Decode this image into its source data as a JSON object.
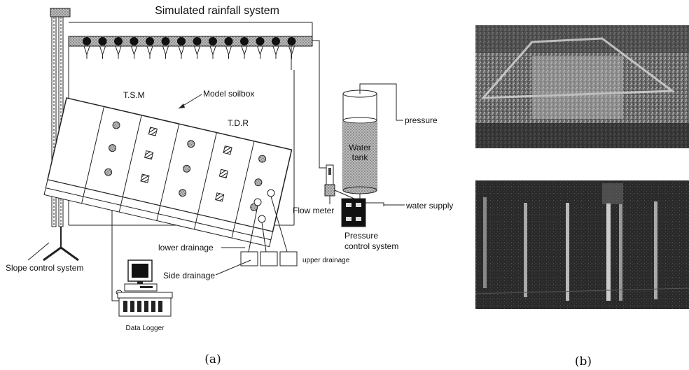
{
  "panel_a": {
    "title": "Simulated rainfall system",
    "caption": "(a)",
    "labels": {
      "tsm": "T.S.M",
      "tdr": "T.D.R",
      "model_soilbox": "Model soilbox",
      "pressure": "pressure",
      "water_tank_line1": "Water",
      "water_tank_line2": "tank",
      "flow_meter": "Flow meter",
      "water_supply": "water supply",
      "pressure_control_line1": "Pressure",
      "pressure_control_line2": "control system",
      "lower_drainage": "lower drainage",
      "side_drainage": "Side drainage",
      "upper_drainage": "upper drainage",
      "slope_control": "Slope control system",
      "data_logger": "Data Logger"
    }
  },
  "panel_b": {
    "caption": "(b)"
  }
}
